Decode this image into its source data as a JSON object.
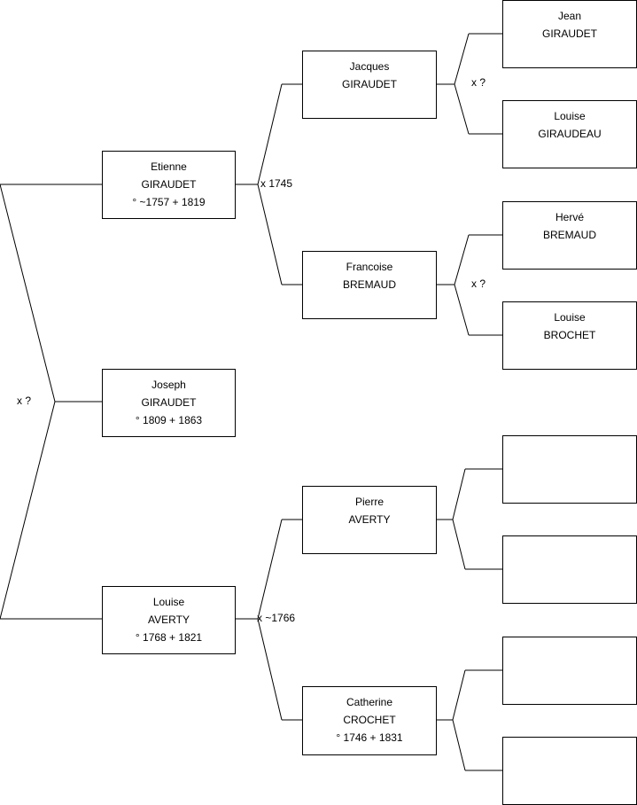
{
  "tree": {
    "root": {
      "first": "Joseph",
      "last": "GIRAUDET",
      "dates": "° 1809 + 1863"
    },
    "father": {
      "first": "Etienne",
      "last": "GIRAUDET",
      "dates": "° ~1757 + 1819"
    },
    "mother": {
      "first": "Louise",
      "last": "AVERTY",
      "dates": "° 1768 + 1821"
    },
    "paternal_grandfather": {
      "first": "Jacques",
      "last": "GIRAUDET",
      "dates": ""
    },
    "paternal_grandmother": {
      "first": "Francoise",
      "last": "BREMAUD",
      "dates": ""
    },
    "maternal_grandfather": {
      "first": "Pierre",
      "last": "AVERTY",
      "dates": ""
    },
    "maternal_grandmother": {
      "first": "Catherine",
      "last": "CROCHET",
      "dates": "° 1746 + 1831"
    },
    "ggp1": {
      "first": "Jean",
      "last": "GIRAUDET"
    },
    "ggp2": {
      "first": "Louise",
      "last": "GIRAUDEAU"
    },
    "ggp3": {
      "first": "Hervé",
      "last": "BREMAUD"
    },
    "ggp4": {
      "first": "Louise",
      "last": "BROCHET"
    },
    "ggp5": {
      "first": "",
      "last": ""
    },
    "ggp6": {
      "first": "",
      "last": ""
    },
    "ggp7": {
      "first": "",
      "last": ""
    },
    "ggp8": {
      "first": "",
      "last": ""
    }
  },
  "marriages": {
    "parents": "x ?",
    "paternal_grandparents": "x 1745",
    "maternal_grandparents": "x ~1766",
    "ggp_jacques": "x ?",
    "ggp_francoise": "x ?"
  }
}
